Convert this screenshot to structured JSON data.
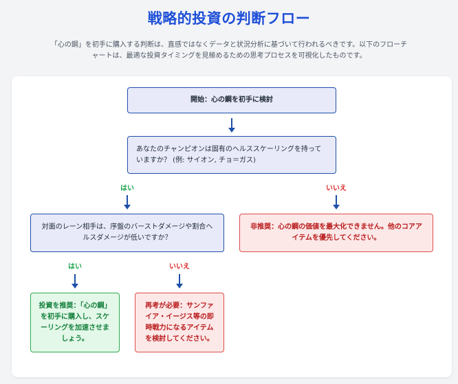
{
  "title": "戦略的投資の判断フロー",
  "intro": "「心の鋼」を初手に購入する判断は、直感ではなくデータと状況分析に基づいて行われるべきです。以下のフローチャートは、最適な投資タイミングを見極めるための思考プロセスを可視化したものです。",
  "colors": {
    "title": "#1d4ed8",
    "decision_fill": "#e8eaf9",
    "decision_border": "#1e4fa8",
    "negative_fill": "#fde8e8",
    "negative_border": "#dc4a4a",
    "positive_fill": "#e3f8e8",
    "positive_border": "#2fa74f"
  },
  "flow": {
    "start": "開始：心の鋼を初手に検討",
    "q1": "あなたのチャンピオンは固有のヘルススケーリングを持っていますか？ (例: サイオン, チョ＝ガス)",
    "q1_yes": "はい",
    "q1_no": "いいえ",
    "q2": "対面のレーン相手は、序盤のバーストダメージや割合ヘルスダメージが低いですか？",
    "q2_yes": "はい",
    "q2_no": "いいえ",
    "not_recommended": "非推奨：心の鋼の価値を最大化できません。他のコアアイテムを優先してください。",
    "recommended": "投資を推奨：「心の鋼」を初手に購入し、スケーリングを加速させましょう。",
    "reconsider": "再考が必要：サンファイア・イージス等の即時戦力になるアイテムを検討してください。"
  }
}
